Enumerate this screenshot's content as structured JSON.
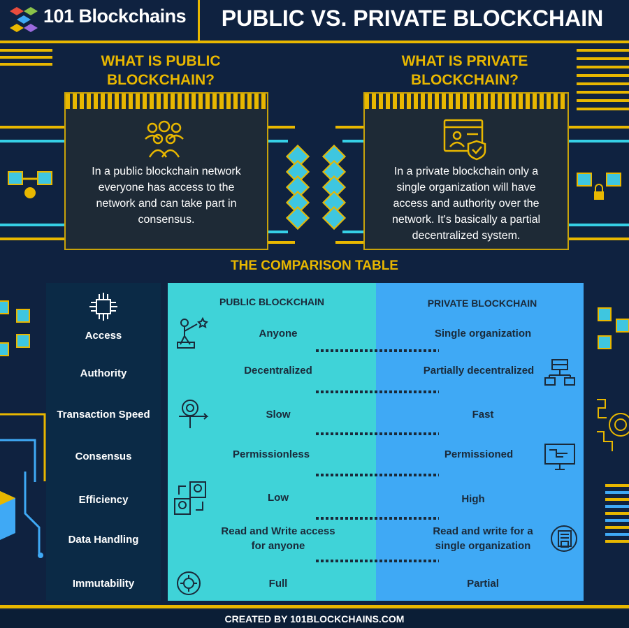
{
  "header": {
    "logo_text": "101 Blockchains",
    "title": "PUBLIC VS. PRIVATE BLOCKCHAIN"
  },
  "public_section": {
    "title_line1": "WHAT IS PUBLIC",
    "title_line2": "BLOCKCHAIN?",
    "text": [
      "In a public blockchain network",
      "everyone has access to the",
      "network and can take part in",
      "consensus."
    ]
  },
  "private_section": {
    "title_line1": "WHAT IS PRIVATE",
    "title_line2": "BLOCKCHAIN?",
    "text": [
      "In a private blockchain only a",
      "single organization will have",
      "access and authority over the",
      "network. It's basically a partial",
      "decentralized system."
    ]
  },
  "comparison": {
    "title": "THE COMPARISON TABLE",
    "public_header": "PUBLIC BLOCKCHAIN",
    "private_header": "PRIVATE BLOCKCHAIN",
    "rows": [
      {
        "label": "Access",
        "public": [
          "Anyone"
        ],
        "private": [
          "Single organization"
        ]
      },
      {
        "label": "Authority",
        "public": [
          "Decentralized"
        ],
        "private": [
          "Partially decentralized"
        ]
      },
      {
        "label": "Transaction Speed",
        "public": [
          "Slow"
        ],
        "private": [
          "Fast"
        ]
      },
      {
        "label": "Consensus",
        "public": [
          "Permissionless"
        ],
        "private": [
          "Permissioned"
        ]
      },
      {
        "label": "Efficiency",
        "public": [
          "Low"
        ],
        "private": [
          "High"
        ]
      },
      {
        "label": "Data Handling",
        "public": [
          "Read and Write access",
          "for anyone"
        ],
        "private": [
          "Read and write for a",
          "single organization"
        ]
      },
      {
        "label": "Immutability",
        "public": [
          "Full"
        ],
        "private": [
          "Partial"
        ]
      }
    ]
  },
  "footer": {
    "text": "CREATED BY 101BLOCKCHAINS.COM"
  },
  "colors": {
    "background": "#0f2240",
    "accent_yellow": "#e8b700",
    "public_column": "#3fd3d8",
    "private_column": "#3fa9f5"
  }
}
